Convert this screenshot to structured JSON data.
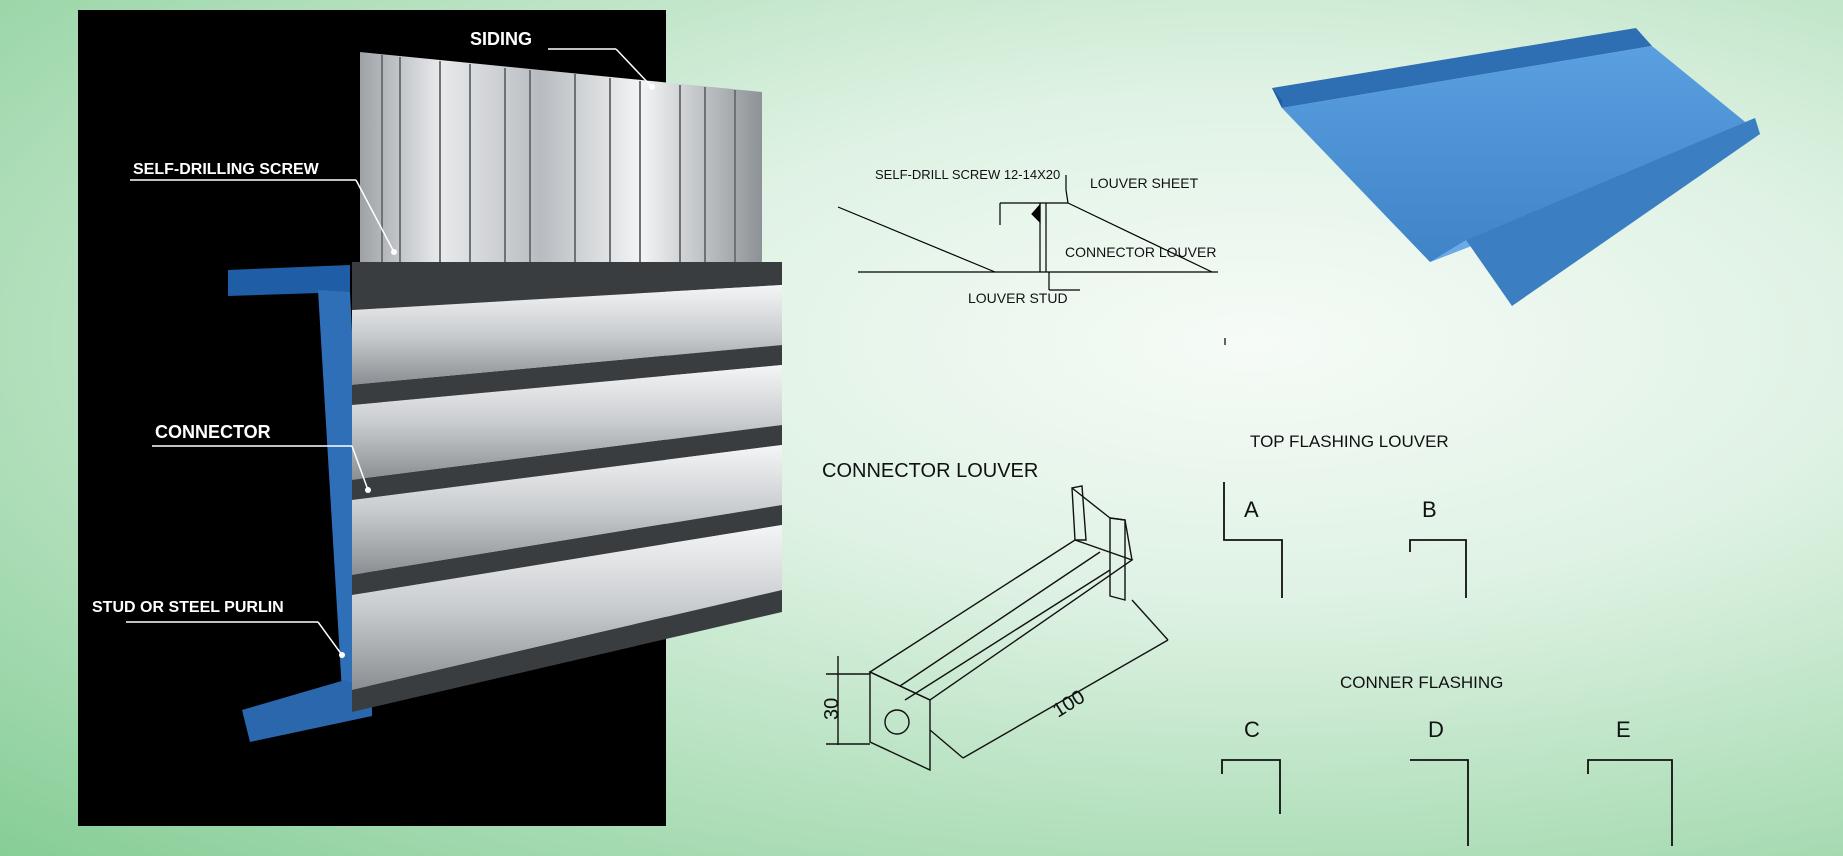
{
  "callouts": {
    "siding": "SIDING",
    "screw": "SELF-DRILLING SCREW",
    "connector": "CONNECTOR",
    "stud": "STUD OR STEEL PURLIN"
  },
  "section_detail": {
    "screw": "SELF-DRILL SCREW 12-14X20",
    "louver_sheet": "LOUVER SHEET",
    "connector_louver": "CONNECTOR LOUVER",
    "louver_stud": "LOUVER STUD"
  },
  "connector_drawing": {
    "title": "CONNECTOR LOUVER",
    "dim_height": "30",
    "dim_length": "100"
  },
  "top_flashing": {
    "title": "TOP FLASHING LOUVER",
    "a": "A",
    "b": "B"
  },
  "corner_flashing": {
    "title": "CONNER FLASHING",
    "c": "C",
    "d": "D",
    "e": "E"
  },
  "colors": {
    "stud_blue": "#2f6fb8",
    "flashing_blue": "#4d93d6",
    "panel_black": "#000000"
  }
}
